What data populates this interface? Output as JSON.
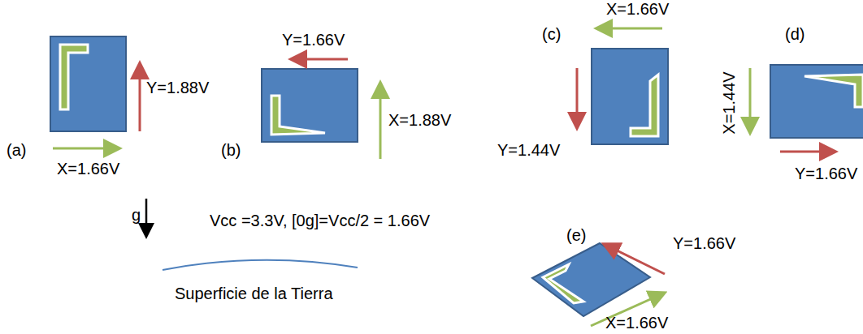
{
  "diagram": {
    "labels": [
      "(a)",
      "Y=1.88V",
      "X=1.66V",
      "(b)",
      "Y=1.66V",
      "X=1.88V",
      "(c)",
      "X=1.66V",
      "Y=1.44V",
      "(d)",
      "X=1.44V",
      "Y=1.66V",
      "g",
      "Vcc =3.3V, [0g]=Vcc/2 = 1.66V",
      "Superficie de la Tierra",
      "(e)",
      "Y=1.66V",
      "X=1.66V"
    ]
  }
}
